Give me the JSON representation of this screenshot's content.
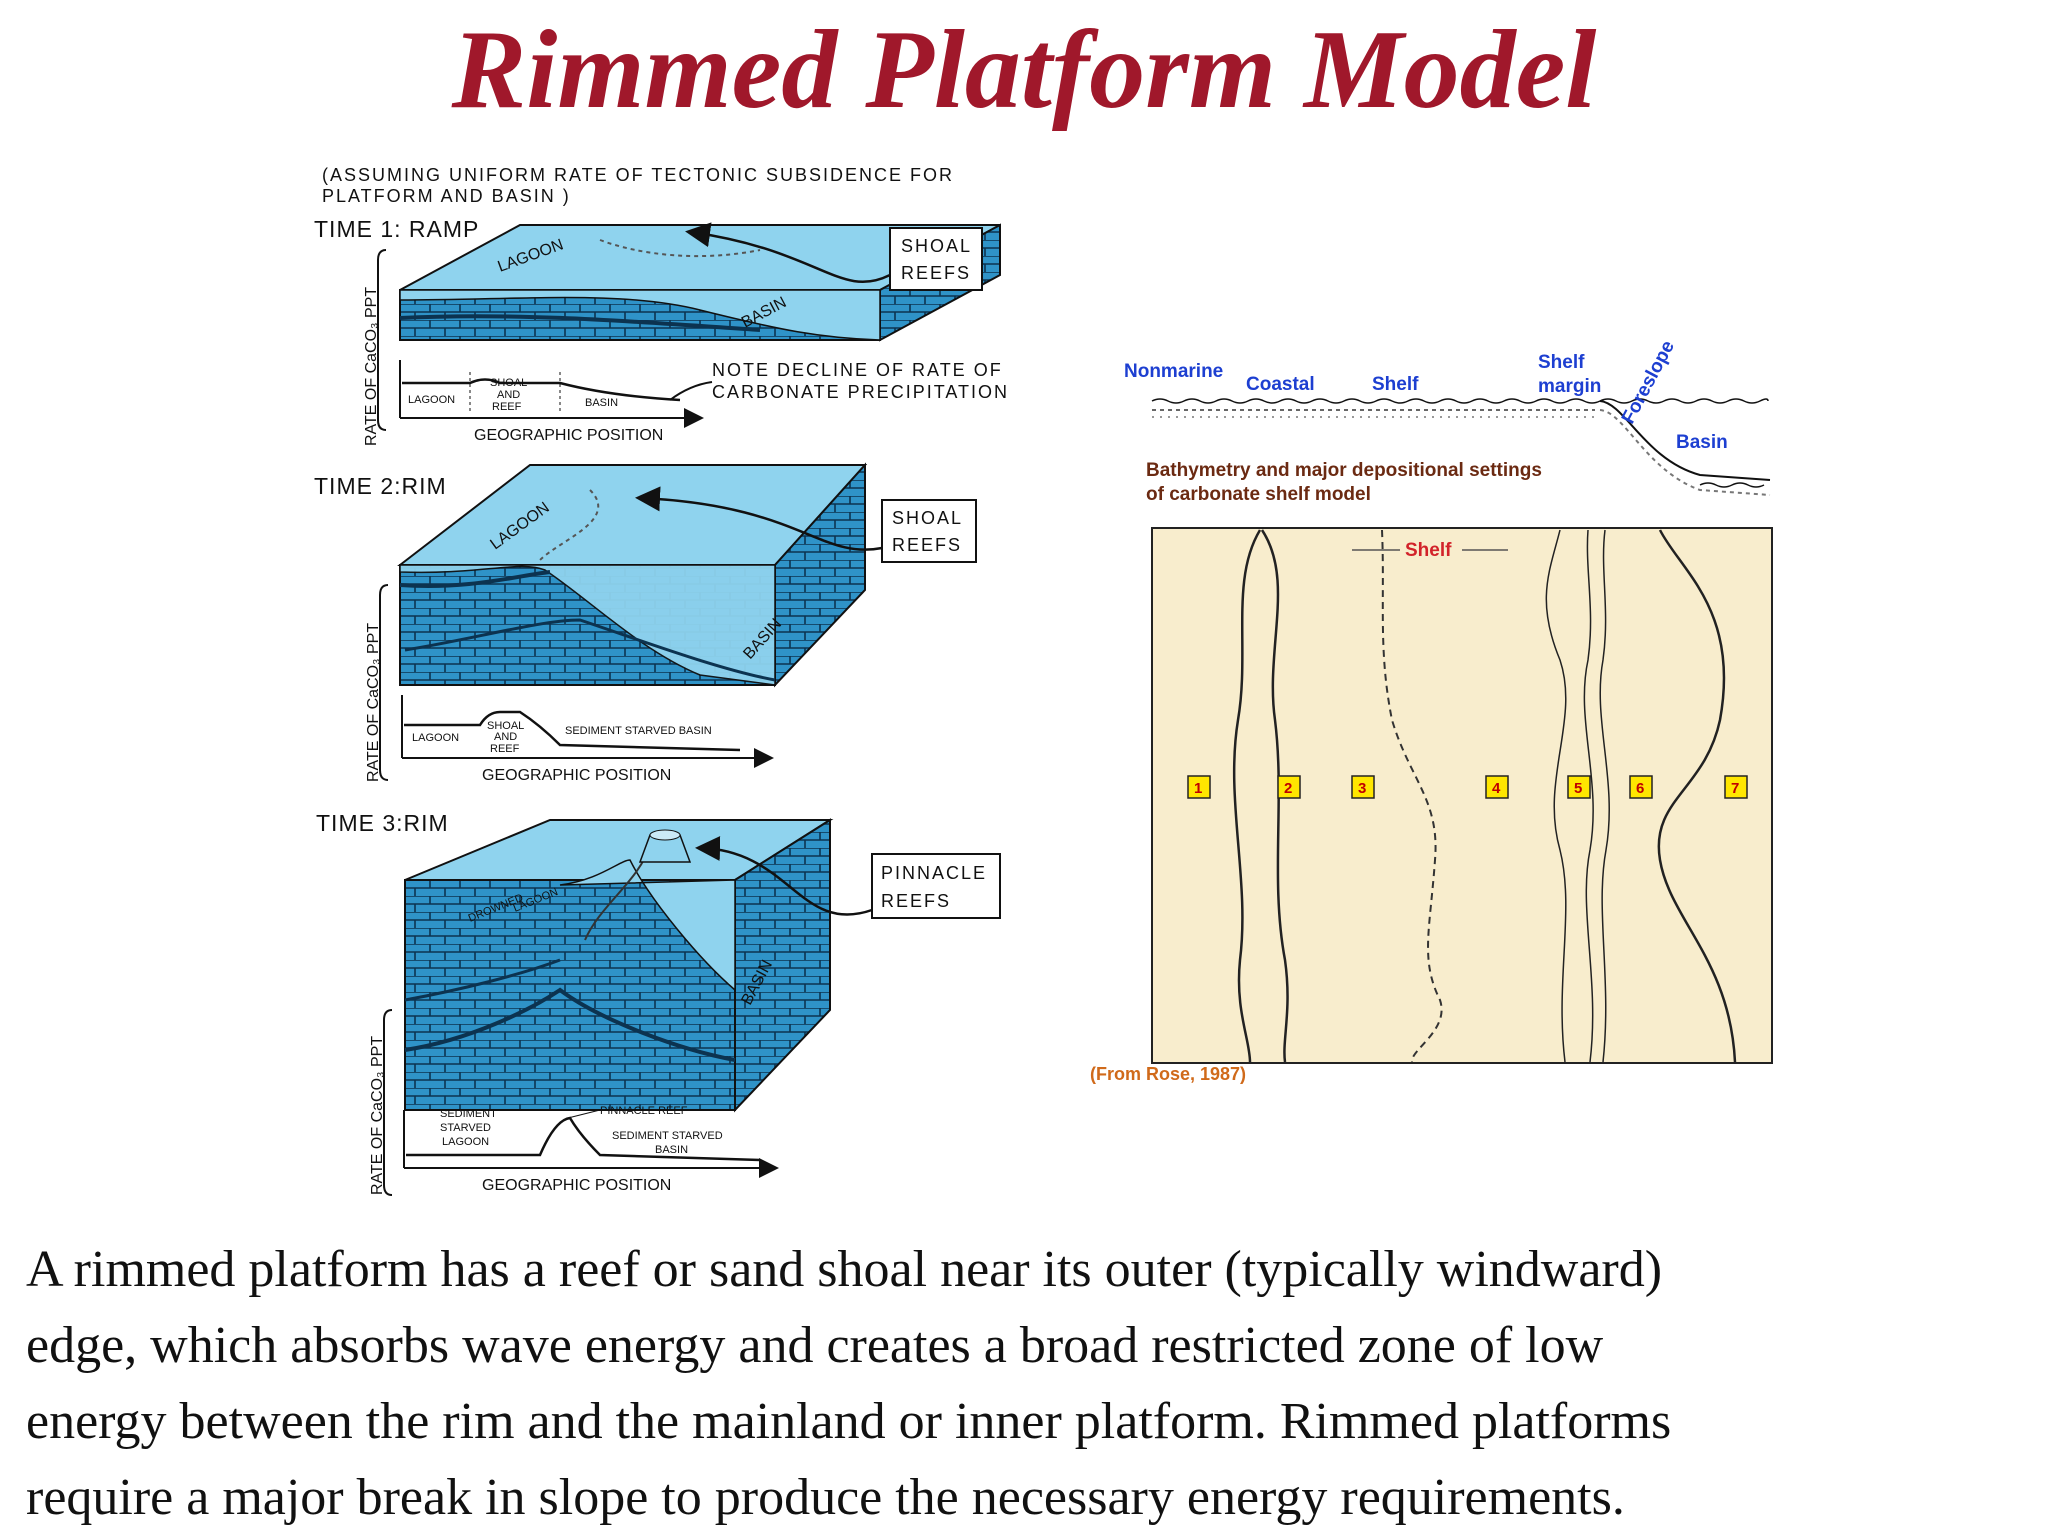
{
  "title": "Rimmed Platform Model",
  "left_figure": {
    "header_line1": "(ASSUMING UNIFORM RATE OF TECTONIC SUBSIDENCE FOR",
    "header_line2": "PLATFORM AND BASIN )",
    "axis_y_label": "RATE OF CaCO₃ PPT",
    "axis_x_label": "GEOGRAPHIC POSITION",
    "panels": [
      {
        "time": "TIME 1: RAMP",
        "callout_lines": [
          "SHOAL",
          "REEFS"
        ],
        "block_labels": [
          "LAGOON",
          "BASIN"
        ],
        "note_line1": "NOTE DECLINE OF RATE OF",
        "note_line2": "CARBONATE PRECIPITATION",
        "profile_labels": [
          "LAGOON",
          "SHOAL",
          "AND",
          "REEF",
          "BASIN"
        ]
      },
      {
        "time": "TIME 2:RIM",
        "callout_lines": [
          "SHOAL",
          "REEFS"
        ],
        "block_labels": [
          "LAGOON",
          "BASIN"
        ],
        "profile_labels": [
          "LAGOON",
          "SHOAL",
          "AND",
          "REEF",
          "SEDIMENT STARVED BASIN"
        ]
      },
      {
        "time": "TIME 3:RIM",
        "callout_lines": [
          "PINNACLE",
          "REEFS"
        ],
        "block_labels": [
          "DROWNED",
          "LAGOON",
          "BASIN"
        ],
        "profile_labels": [
          "SEDIMENT",
          "STARVED",
          "LAGOON",
          "PINNACLE REEF",
          "SEDIMENT STARVED",
          "BASIN"
        ]
      }
    ]
  },
  "right_figure": {
    "profile_labels": {
      "nonmarine": "Nonmarine",
      "coastal": "Coastal",
      "shelf": "Shelf",
      "shelf_margin_1": "Shelf",
      "shelf_margin_2": "margin",
      "foreslope": "Foreslope",
      "basin": "Basin"
    },
    "caption_line1": "Bathymetry and major depositional settings",
    "caption_line2": "of carbonate shelf model",
    "map_shelf_label": "Shelf",
    "zones": [
      "1",
      "2",
      "3",
      "4",
      "5",
      "6",
      "7"
    ],
    "source": "(From Rose, 1987)"
  },
  "caption_lines": [
    "A rimmed platform has a reef or sand shoal near its outer (typically windward)",
    "edge, which absorbs wave energy and creates a broad restricted zone of low",
    "energy between the rim and the mainland or inner platform.  Rimmed platforms",
    "require a major break in slope to produce the necessary energy requirements."
  ],
  "colors": {
    "title": "#a0182b",
    "water": "#8fd3ee",
    "rock": "#2f93c8",
    "map_fill": "#f8edcd",
    "zone_box": "#ffe600",
    "label_blue": "#1d3fd1",
    "label_brown": "#6b2a12",
    "source_orange": "#d06a1a"
  }
}
